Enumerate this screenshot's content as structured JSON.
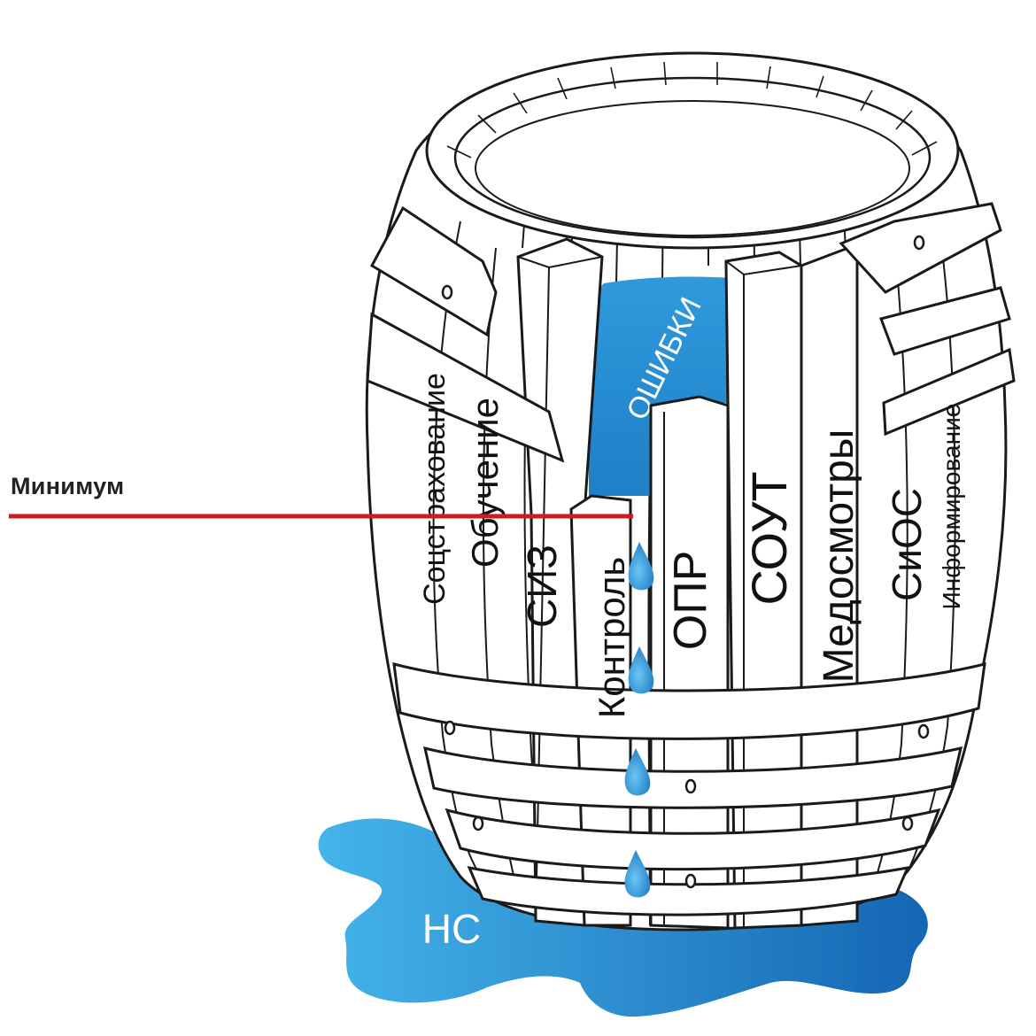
{
  "diagram": {
    "minimum_label": "Минимум",
    "errors_label": "ОШИБКИ",
    "puddle_label": "НС",
    "staves": [
      {
        "key": "sotsstrakh",
        "label": "Соцстрахование"
      },
      {
        "key": "obuchenie",
        "label": "Обучение"
      },
      {
        "key": "siz",
        "label": "СИЗ"
      },
      {
        "key": "kontrol",
        "label": "Контроль"
      },
      {
        "key": "opr",
        "label": "ОПР"
      },
      {
        "key": "sout",
        "label": "СОУТ"
      },
      {
        "key": "medosmotry",
        "label": "Медосмотры"
      },
      {
        "key": "sios",
        "label": "СиОС"
      },
      {
        "key": "inform",
        "label": "Информирование"
      }
    ]
  },
  "colors": {
    "water": "#2a95d6",
    "water_dark": "#1a6fb8",
    "minimum_line": "#cc1b22",
    "outline": "#1a1a1a"
  }
}
